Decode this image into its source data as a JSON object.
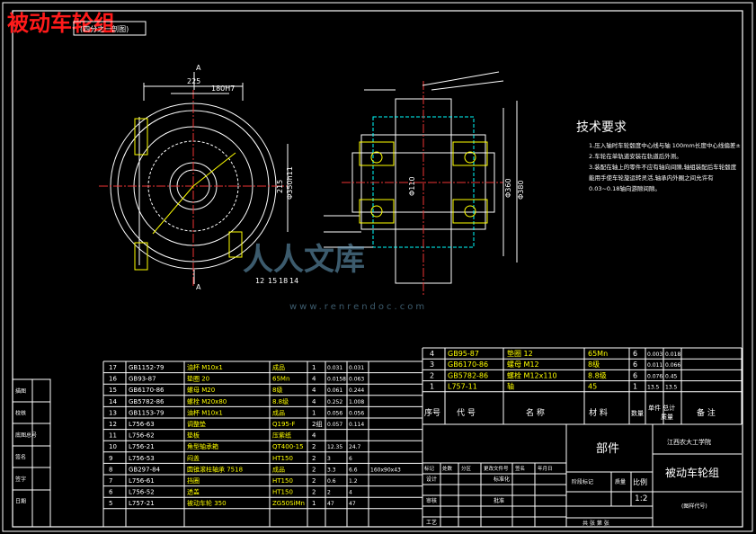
{
  "drawing": {
    "title": "被动车轮组",
    "view_label": "(四分之一剖图)",
    "section_mark": "A",
    "dims": {
      "d225": "225",
      "d180": "180H7",
      "d215": "215",
      "dia_left": "Φ350h11",
      "dia_a": "Φ360",
      "dia_b": "Φ380",
      "dia_small": "Φ110"
    },
    "part_refs": [
      "12",
      "15",
      "18",
      "14"
    ]
  },
  "tech_req": {
    "heading": "技术要求",
    "lines": [
      "1.压入轴时车轮毂度中心线与轴 100mm长度中心线偏差±",
      "2.车轮在单轨道安装在轨道后外测。",
      "3.装配在轴上的零件不应有轴向间隙,轴组装配后车轮毂度",
      "  能用手使车轮旋运转灵活,轴承内外圈之间允许有",
      "  0.03~0.18轴向游隙间隙。"
    ]
  },
  "bom_upper": [
    {
      "no": "4",
      "code": "GB95-87",
      "name": "垫圈 12",
      "mat": "65Mn",
      "qty": "6",
      "unit": "0.003",
      "total": "0.018"
    },
    {
      "no": "3",
      "code": "GB6170-86",
      "name": "螺母 M12",
      "mat": "8级",
      "qty": "6",
      "unit": "0.011",
      "total": "0.066"
    },
    {
      "no": "2",
      "code": "GB5782-86",
      "name": "螺栓 M12x110",
      "mat": "8.8级",
      "qty": "6",
      "unit": "0.076",
      "total": "0.45"
    },
    {
      "no": "1",
      "code": "L757-11",
      "name": "轴",
      "mat": "45",
      "qty": "1",
      "unit": "13.5",
      "total": "13.5"
    }
  ],
  "bom_header": {
    "no": "序号",
    "code": "代 号",
    "name": "名 称",
    "mat": "材 料",
    "qty": "数量",
    "weight": "单件 总计",
    "weight_sub": "质量",
    "note": "备 注"
  },
  "bom_lower": [
    {
      "no": "17",
      "code": "GB1152-79",
      "name": "油杯 M10x1",
      "mat": "成品",
      "qty": "1",
      "unit": "0.031",
      "total": "0.031",
      "note": ""
    },
    {
      "no": "16",
      "code": "GB93-87",
      "name": "垫圈 20",
      "mat": "65Mn",
      "qty": "4",
      "unit": "0.0158",
      "total": "0.063",
      "note": ""
    },
    {
      "no": "15",
      "code": "GB6170-86",
      "name": "螺母 M20",
      "mat": "8级",
      "qty": "4",
      "unit": "0.061",
      "total": "0.244",
      "note": ""
    },
    {
      "no": "14",
      "code": "GB5782-86",
      "name": "螺栓 M20x80",
      "mat": "8.8级",
      "qty": "4",
      "unit": "0.252",
      "total": "1.008",
      "note": ""
    },
    {
      "no": "13",
      "code": "GB1153-79",
      "name": "油杯 M10x1",
      "mat": "成品",
      "qty": "1",
      "unit": "0.056",
      "total": "0.056",
      "note": ""
    },
    {
      "no": "12",
      "code": "L756-63",
      "name": "调整垫",
      "mat": "Q195-F",
      "qty": "2组",
      "unit": "0.057",
      "total": "0.114",
      "note": ""
    },
    {
      "no": "11",
      "code": "L756-62",
      "name": "垫板",
      "mat": "压紫纸",
      "qty": "4",
      "unit": "",
      "total": "",
      "note": ""
    },
    {
      "no": "10",
      "code": "L756-21",
      "name": "角型轴承箱",
      "mat": "QT400-15",
      "qty": "2",
      "unit": "12.35",
      "total": "24.7",
      "note": ""
    },
    {
      "no": "9",
      "code": "L756-53",
      "name": "闷盖",
      "mat": "HT150",
      "qty": "2",
      "unit": "3",
      "total": "6",
      "note": ""
    },
    {
      "no": "8",
      "code": "GB297-84",
      "name": "圆锥滚柱轴承 7518",
      "mat": "成品",
      "qty": "2",
      "unit": "3.3",
      "total": "6.6",
      "note": "160x90x43"
    },
    {
      "no": "7",
      "code": "L756-61",
      "name": "挡圈",
      "mat": "HT150",
      "qty": "2",
      "unit": "0.6",
      "total": "1.2",
      "note": ""
    },
    {
      "no": "6",
      "code": "L756-52",
      "name": "透盖",
      "mat": "HT150",
      "qty": "2",
      "unit": "2",
      "total": "4",
      "note": ""
    },
    {
      "no": "5",
      "code": "L757-21",
      "name": "被动车轮 350",
      "mat": "ZG50SiMn",
      "qty": "1",
      "unit": "47",
      "total": "47",
      "note": ""
    }
  ],
  "left_column": [
    "描图",
    "校核",
    "底图总号",
    "签名",
    "签字",
    "日期"
  ],
  "title_block": {
    "category": "部件",
    "school": "江西农大工学院",
    "drawing_name": "被动车轮组",
    "drawing_code": "(图样代号)",
    "scale_label": "比例",
    "scale": "1:2",
    "stage_label": "阶段标记",
    "mass_label": "质量",
    "sheets": "共 张 第 张",
    "sign_cols": [
      "标记",
      "处数",
      "分区",
      "更改文件号",
      "签名",
      "年月日"
    ],
    "sign_rows": [
      "设计",
      "审核",
      "工艺"
    ],
    "std_label": "标准化",
    "approve_label": "批准"
  },
  "watermark": {
    "logo": "人人文库",
    "url": "www.renrendoc.com"
  }
}
